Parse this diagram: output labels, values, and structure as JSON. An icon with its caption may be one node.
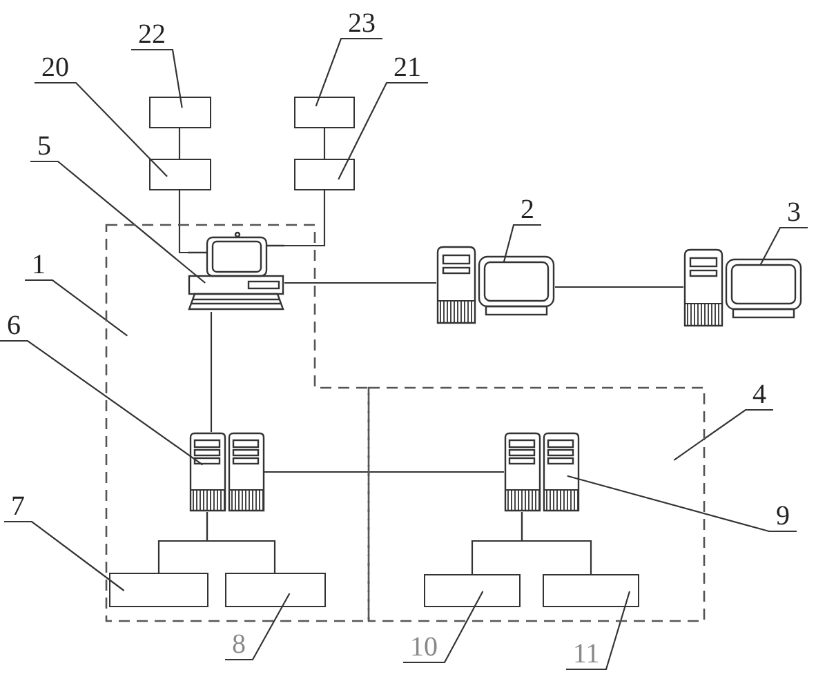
{
  "diagram": {
    "nodes": [
      {
        "text": [
          "22"
        ]
      },
      {
        "text": [
          "23"
        ]
      },
      {
        "text": [
          "20"
        ]
      },
      {
        "text": [
          "21"
        ]
      },
      {
        "text": [],
        "shape": "box"
      },
      {
        "text": [],
        "shape": "box"
      },
      {
        "text": [],
        "shape": "box"
      },
      {
        "text": [],
        "shape": "box"
      },
      {
        "text": [
          "5"
        ]
      },
      {
        "text": [
          "2"
        ]
      },
      {
        "text": [
          "3"
        ]
      },
      {
        "text": [],
        "shape": "box"
      },
      {
        "text": [],
        "shape": "computer",
        "in": 11
      },
      {
        "text": [],
        "shape": "computer"
      },
      {
        "text": [],
        "shape": "computer"
      },
      {
        "text": [
          "1"
        ]
      },
      {
        "text": [
          "6"
        ]
      },
      {
        "text": [
          "4"
        ]
      },
      {
        "text": [],
        "shape": "box"
      },
      {
        "text": [],
        "shape": "server",
        "in": 11
      },
      {
        "text": [],
        "shape": "server",
        "in": 18
      },
      {
        "text": [
          "9"
        ]
      },
      {
        "text": [
          "7"
        ]
      },
      {
        "text": [],
        "shape": "box",
        "in": 11
      },
      {
        "text": [],
        "shape": "box",
        "in": 11
      },
      {
        "text": [],
        "shape": "box",
        "in": 18
      },
      {
        "text": [],
        "shape": "box",
        "in": 18
      },
      {
        "text": [
          "8"
        ]
      },
      {
        "text": [
          "10"
        ]
      },
      {
        "text": [
          "11"
        ]
      }
    ],
    "edges": [
      {
        "from": 0,
        "to": 4,
        "arrow": "none"
      },
      {
        "from": 1,
        "to": 5,
        "arrow": "none"
      },
      {
        "from": 2,
        "to": 6,
        "arrow": "none"
      },
      {
        "from": 3,
        "to": 7,
        "arrow": "none"
      },
      {
        "from": 8,
        "to": 12,
        "arrow": "none"
      },
      {
        "from": 9,
        "to": 13,
        "arrow": "none"
      },
      {
        "from": 10,
        "to": 14,
        "arrow": "none"
      },
      {
        "from": 15,
        "to": 11,
        "arrow": "none"
      },
      {
        "from": 16,
        "to": 19,
        "arrow": "none"
      },
      {
        "from": 17,
        "to": 18,
        "arrow": "none"
      },
      {
        "from": 21,
        "to": 20,
        "arrow": "none"
      },
      {
        "from": 22,
        "to": 23,
        "arrow": "none"
      },
      {
        "from": 27,
        "to": 24,
        "arrow": "none"
      },
      {
        "from": 28,
        "to": 25,
        "arrow": "none"
      },
      {
        "from": 29,
        "to": 26,
        "arrow": "none"
      },
      {
        "from": 4,
        "to": 6,
        "arrow": "none"
      },
      {
        "from": 5,
        "to": 7,
        "arrow": "none"
      },
      {
        "from": 6,
        "to": 12,
        "arrow": "none"
      },
      {
        "from": 7,
        "to": 12,
        "arrow": "none"
      },
      {
        "from": 12,
        "to": 13,
        "arrow": "none"
      },
      {
        "from": 13,
        "to": 14,
        "arrow": "none"
      },
      {
        "from": 12,
        "to": 19,
        "arrow": "none"
      },
      {
        "from": 19,
        "to": 20,
        "arrow": "none"
      },
      {
        "from": 19,
        "to": 23,
        "arrow": "none"
      },
      {
        "from": 19,
        "to": 24,
        "arrow": "none"
      },
      {
        "from": 20,
        "to": 25,
        "arrow": "none"
      },
      {
        "from": 20,
        "to": 26,
        "arrow": "none"
      }
    ]
  }
}
